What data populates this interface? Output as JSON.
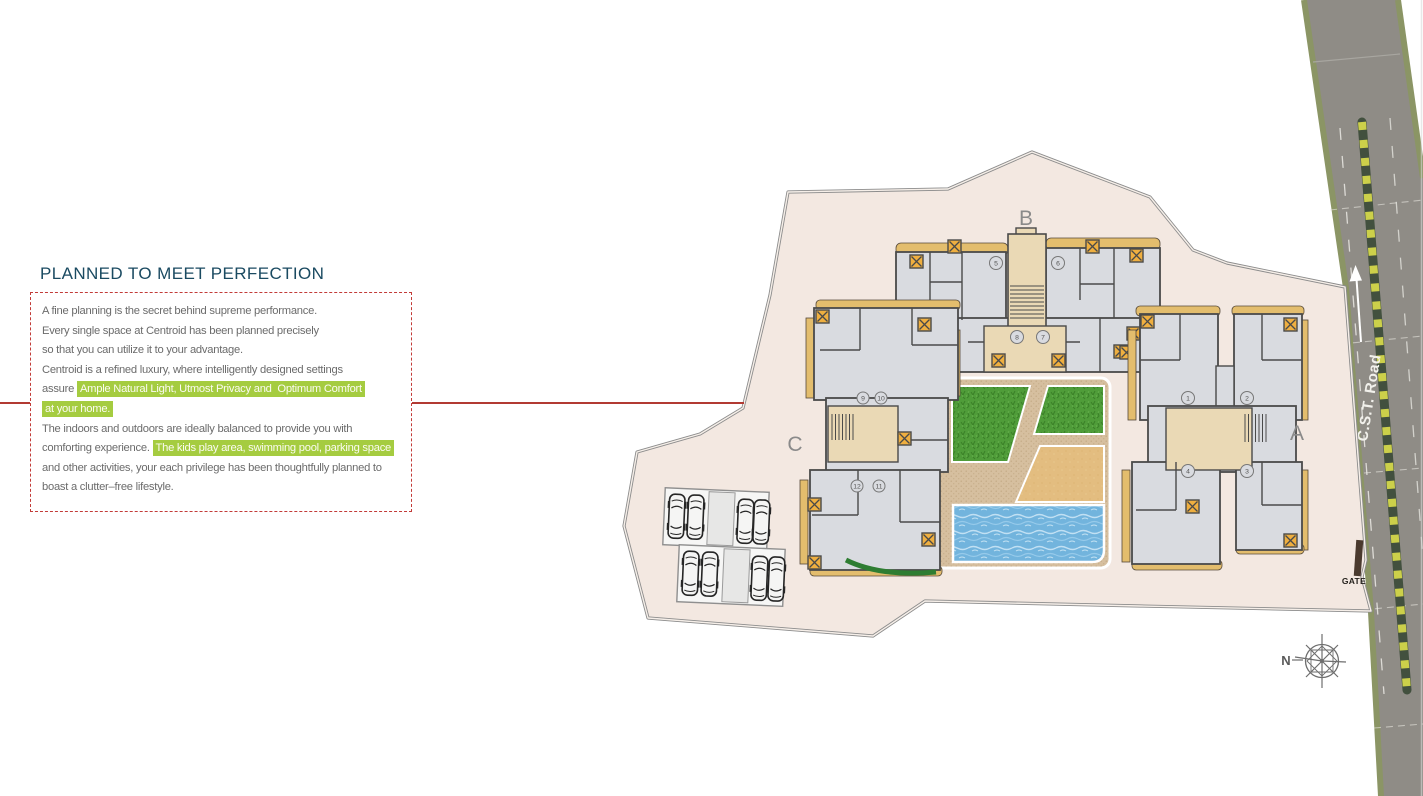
{
  "left_panel": {
    "heading": "PLANNED TO MEET PERFECTION",
    "body_lines": [
      {
        "plain": "A fine planning is the secret behind supreme performance."
      },
      {
        "plain": "Every single space at Centroid has been planned precisely"
      },
      {
        "plain": "so that you can utilize it to your advantage."
      },
      {
        "plain": "Centroid is a refined luxury, where intelligently designed settings"
      },
      {
        "plain": "assure ",
        "highlight": "Ample Natural Light, Utmost Privacy and  Optimum Comfort"
      },
      {
        "highlight": "at your home."
      },
      {
        "plain": "The indoors and outdoors are ideally balanced to provide you with"
      },
      {
        "plain": "comforting experience. ",
        "highlight": "The kids play area, swimming pool, parking space"
      },
      {
        "plain": "and other activities, your each privilege has been thoughtfully planned to"
      },
      {
        "plain": "boast a clutter–free lifestyle."
      }
    ],
    "colors": {
      "heading": "#1a4a61",
      "body_text": "#6b6b6b",
      "highlight_bg": "#a5cc40",
      "highlight_text": "#fbfbf2",
      "box_border": "#c23b38",
      "leader_line": "#b23a33"
    }
  },
  "site_plan": {
    "buildings": [
      {
        "label": "A",
        "units": [
          "1",
          "2",
          "4",
          "3"
        ]
      },
      {
        "label": "B",
        "units": [
          "5",
          "6",
          "8",
          "7"
        ]
      },
      {
        "label": "C",
        "units": [
          "9",
          "10",
          "12",
          "11"
        ]
      }
    ],
    "road": {
      "name": "C.S.T. Road"
    },
    "gate_label": "GATE",
    "compass_label": "N",
    "amenities": [
      "lawn",
      "kids play area",
      "swimming pool",
      "parking"
    ],
    "colors": {
      "site_fill": "#f3e8e1",
      "boundary": "#8c8c8c",
      "building": "#d9dbe0",
      "wall": "#4a4a4a",
      "balcony_tan": "#e3bd6d",
      "lobby_tan": "#ead9b5",
      "marker_orange": "#efaf40",
      "lawn_green": "#4f9c39",
      "pool_blue": "#72b4dd",
      "sand": "#e3bd80",
      "path": "#d6bf9f",
      "hedge_green": "#2e7d32",
      "road_gray": "#8f8c86",
      "road_edge_olive": "#8b9565",
      "median_dark": "#42503e",
      "median_yellow": "#ccd04a"
    }
  }
}
